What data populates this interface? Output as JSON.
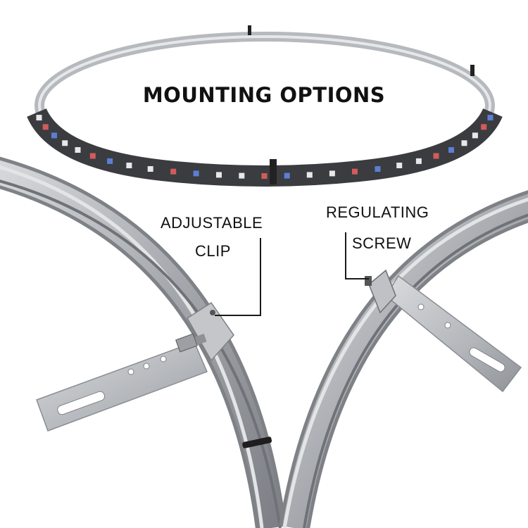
{
  "title": "MOUNTING OPTIONS",
  "callouts": {
    "adjustable_clip": {
      "line1": "ADJUSTABLE",
      "line2": "CLIP"
    },
    "regulating_screw": {
      "line1": "REGULATING",
      "line2": "SCREW"
    }
  },
  "colors": {
    "background": "#ffffff",
    "ring_metal": "#a8abb0",
    "led_strip": "#3a3c40",
    "bracket": "#b9bcc0",
    "text": "#111111"
  },
  "led_colors": [
    "#e8e8e8",
    "#d35b5b",
    "#5b7fd3",
    "#e8e8e8"
  ]
}
